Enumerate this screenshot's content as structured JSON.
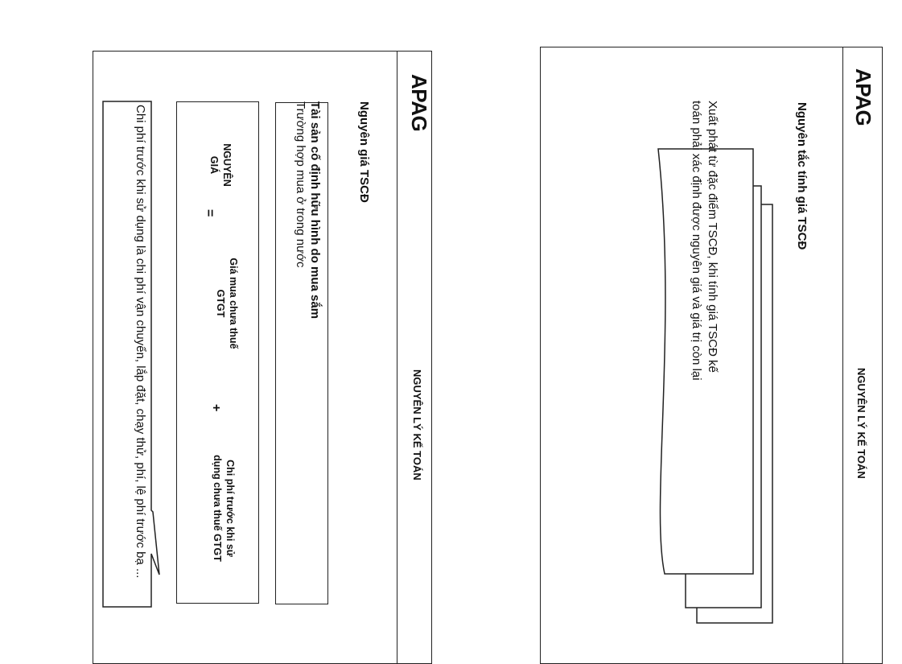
{
  "slides": [
    {
      "brand": "APAG",
      "course": "NGUYÊN LÝ KẾ TOÁN",
      "title": "Nguyên giá TSCĐ",
      "subheading": "Tài sản cố định hữu hình do mua sắm",
      "subtext": "Trường hợp mua ở trong nước",
      "formula": {
        "lhs_line1": "NGUYÊN",
        "lhs_line2": "GIÁ",
        "equals": "=",
        "term1_line1": "Giá mua chưa thuế",
        "term1_line2": "GTGT",
        "plus": "+",
        "term2_line1": "Chi phí trước khi sử",
        "term2_line2": "dụng chưa thuế GTGT"
      },
      "note": "Chi phí trước khi sử dụng là chi phí vận chuyển, lắp đặt, chạy thử, phí, lệ phí trước bạ ..."
    },
    {
      "brand": "APAG",
      "course": "NGUYÊN LÝ KẾ TOÁN",
      "title": "Nguyên tắc tính giá TSCĐ",
      "body_line1": "Xuất phát từ đặc điểm TSCĐ, khi tính giá TSCĐ kế",
      "body_line2": "toán phải xác định được nguyên giá và giá trị còn lại"
    }
  ]
}
